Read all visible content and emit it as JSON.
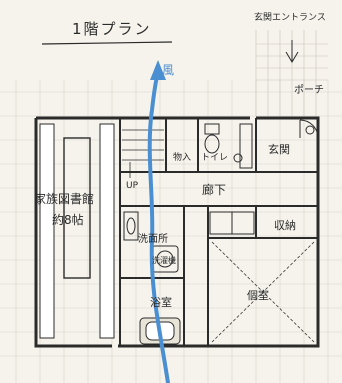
{
  "title": "1階プラン",
  "labels": {
    "entrance": "玄関エントランス",
    "porch": "ポーチ",
    "library_name": "家族図書館",
    "library_size": "約8帖",
    "storage": "物入",
    "toilet": "トイレ",
    "genkan": "玄関",
    "up": "UP",
    "hallway": "廊下",
    "closet": "収納",
    "washroom": "洗面所",
    "laundry": "洗濯機",
    "bathroom": "浴室",
    "private_room": "個室",
    "wind": "風"
  },
  "colors": {
    "line": "#2b2b2b",
    "wind_arrow": "#4a8fd1",
    "grid": "#c9c4ba",
    "paper": "#f6f3ec"
  }
}
